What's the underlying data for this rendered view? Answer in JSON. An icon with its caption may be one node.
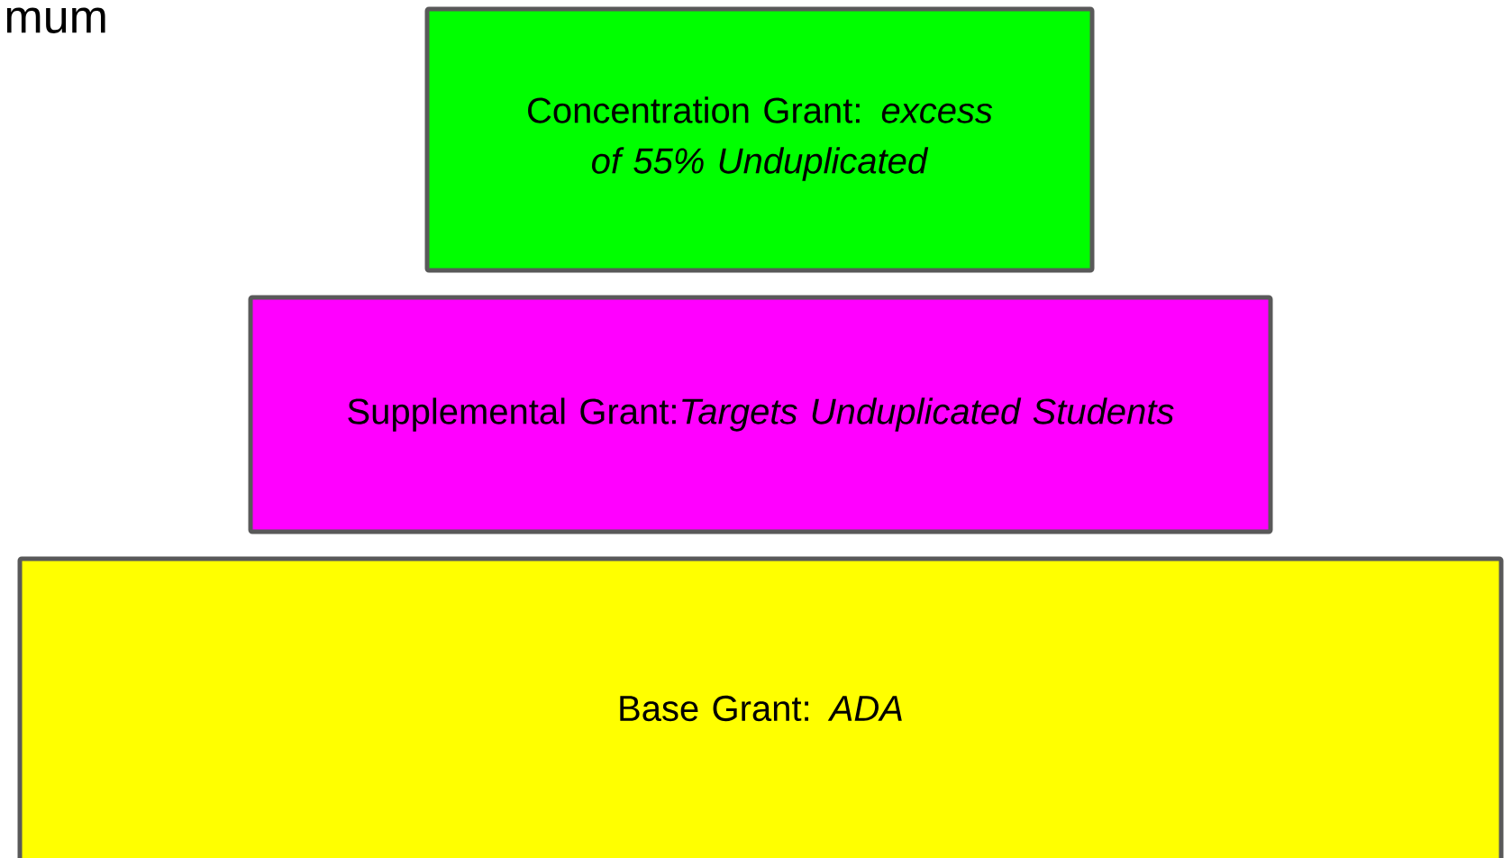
{
  "diagram": {
    "nodes": [
      {
        "text": [
          "Concentration Grant: *excess of 55% Unduplicated*"
        ]
      },
      {
        "text": [
          "Supplemental Grant:*Targets Unduplicated Students*"
        ]
      },
      {
        "text": [
          "Base Grant: *ADA*"
        ]
      }
    ],
    "labels": [
      "mum"
    ]
  }
}
